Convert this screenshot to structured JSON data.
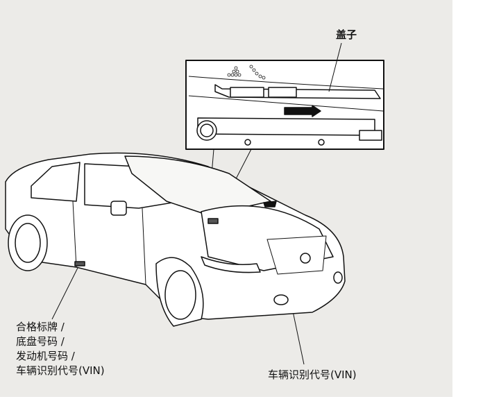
{
  "labels": {
    "cover": "盖子",
    "left_lines": [
      "合格标牌 /",
      "底盘号码 /",
      "发动机号码 /",
      "车辆识别代号(VIN)"
    ],
    "right": "车辆识别代号(VIN)"
  },
  "colors": {
    "background": "#ecebe8",
    "line": "#111111"
  }
}
